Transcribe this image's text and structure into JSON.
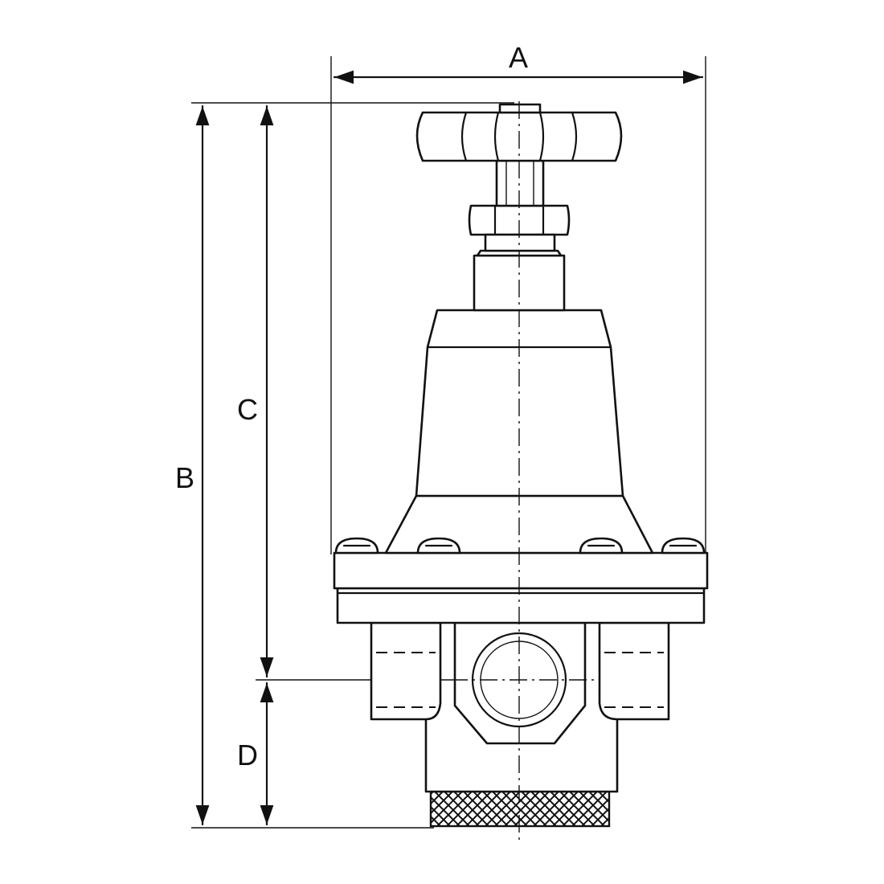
{
  "diagram": {
    "dimensions": {
      "a": "A",
      "b": "B",
      "c": "C",
      "d": "D"
    },
    "colors": {
      "line": "#111111",
      "background": "#ffffff"
    }
  }
}
